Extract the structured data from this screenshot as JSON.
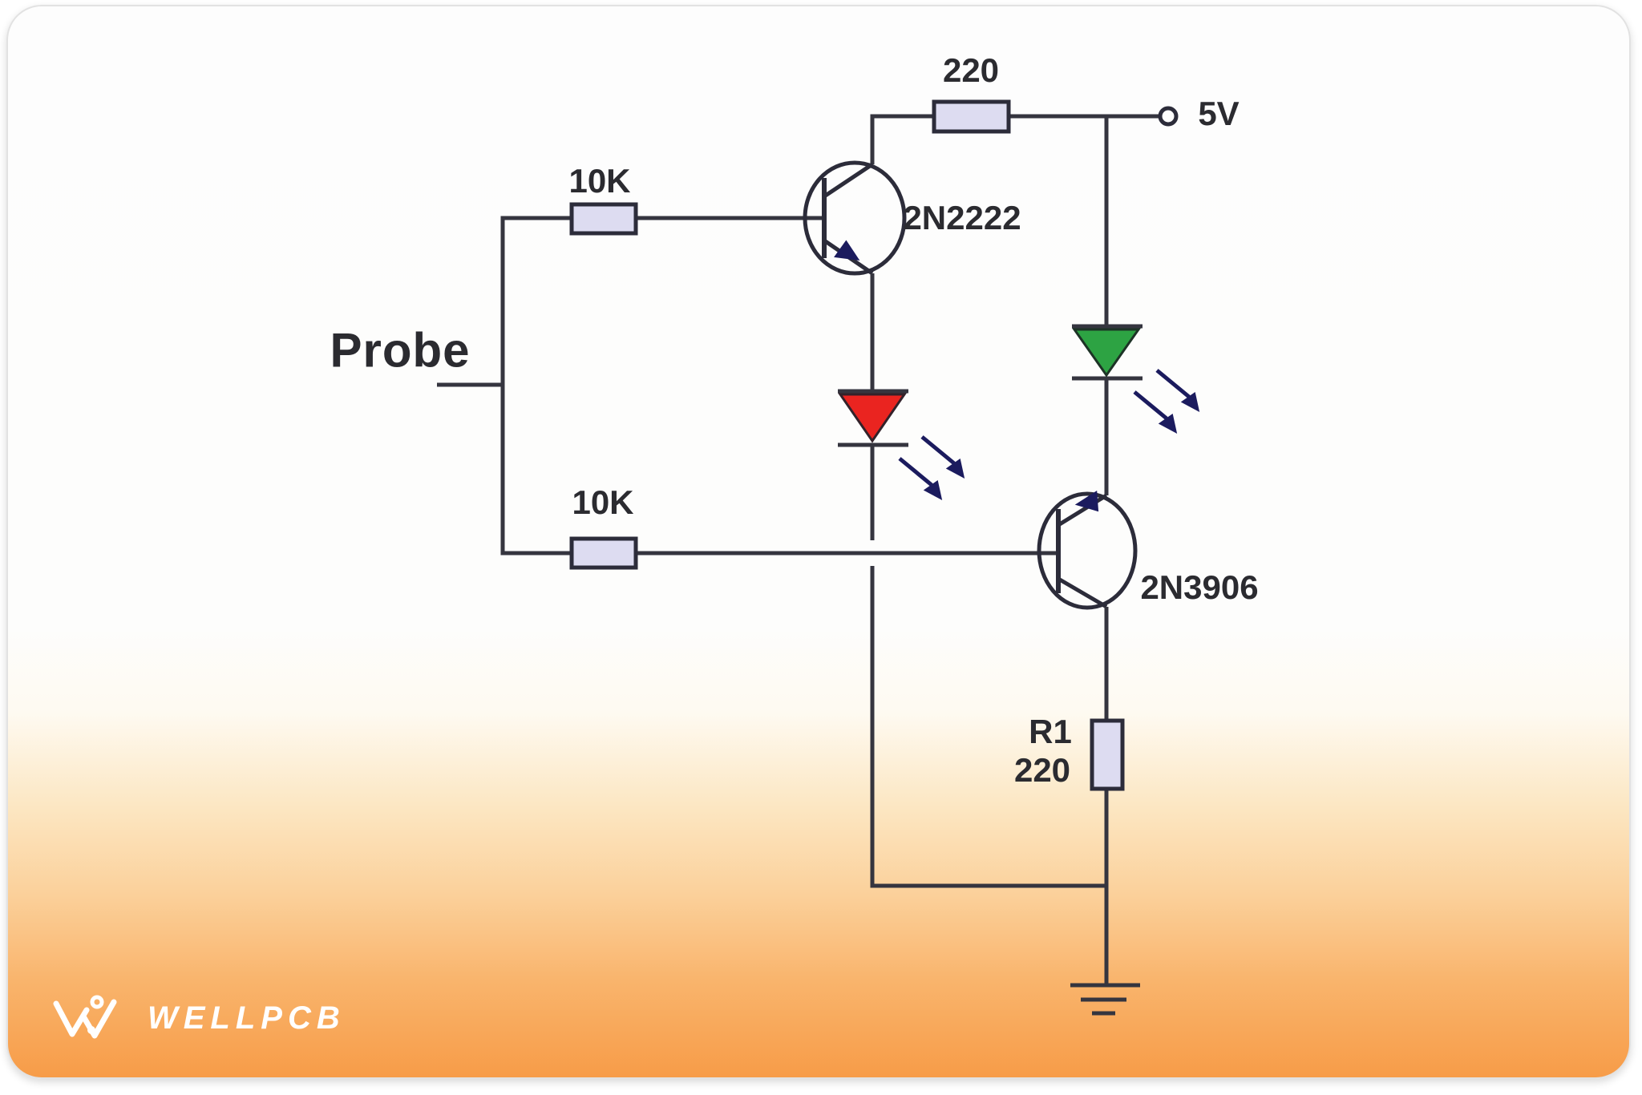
{
  "diagram": {
    "description": "Logic probe circuit schematic",
    "probe": {
      "label": "Probe"
    },
    "supply": {
      "label": "5V"
    },
    "resistors": {
      "collector_220": {
        "value": "220"
      },
      "base_top_10k": {
        "value": "10K"
      },
      "base_bottom_10k": {
        "value": "10K"
      },
      "r1": {
        "name": "R1",
        "value": "220"
      }
    },
    "transistors": {
      "q1": {
        "label": "2N2222",
        "type": "NPN"
      },
      "q2": {
        "label": "2N3906",
        "type": "PNP"
      }
    },
    "leds": {
      "red": {
        "color_name": "red"
      },
      "green": {
        "color_name": "green"
      }
    },
    "colors": {
      "wire": "#35353f",
      "component_outline": "#2c2c3a",
      "resistor_fill": "#dddcf1",
      "led_red": "#ea2420",
      "led_green": "#2da343",
      "arrow": "#1b1b5e",
      "text": "#2b2b30",
      "background_orange": "#f79c48"
    }
  },
  "branding": {
    "logo_text": "WELLPCB"
  }
}
